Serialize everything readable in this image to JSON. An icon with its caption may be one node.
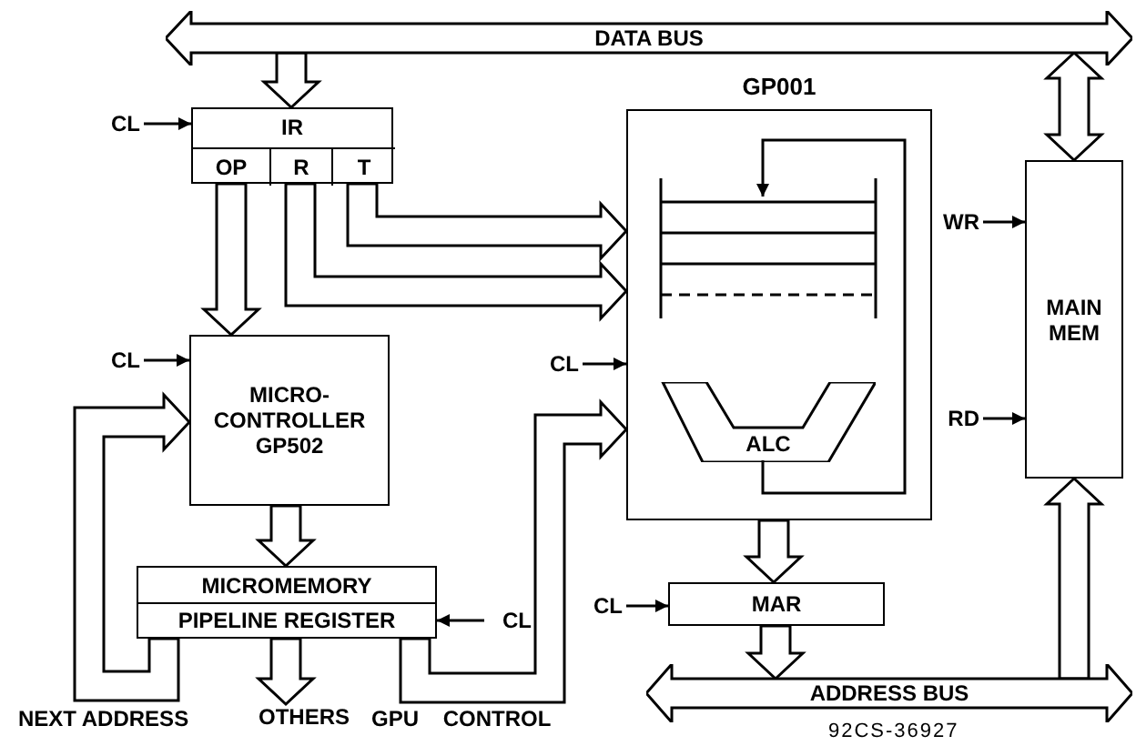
{
  "diagram": {
    "nodes": [
      {
        "text": [
          "DATA BUS"
        ]
      },
      {
        "text": [
          "CL"
        ]
      },
      {
        "text": [
          "IR"
        ]
      },
      {
        "text": [
          "OP"
        ],
        "in": 2
      },
      {
        "text": [
          "R"
        ],
        "in": 2
      },
      {
        "text": [
          "T"
        ],
        "in": 2
      },
      {
        "text": [
          "GP001"
        ]
      },
      {
        "text": [],
        "shape": "box",
        "in": 6
      },
      {
        "text": [
          "ALC"
        ],
        "in": 6
      },
      {
        "text": [
          "WR"
        ]
      },
      {
        "text": [
          "MAIN MEM"
        ]
      },
      {
        "text": [
          "CL"
        ]
      },
      {
        "text": [
          "MICRO-CONTROLLER GP502"
        ]
      },
      {
        "text": [
          "CL"
        ]
      },
      {
        "text": [
          "RD"
        ]
      },
      {
        "text": [
          "MICROMEMORY"
        ]
      },
      {
        "text": [
          "PIPELINE REGISTER"
        ]
      },
      {
        "text": [
          "CL"
        ]
      },
      {
        "text": [
          "CL"
        ]
      },
      {
        "text": [
          "MAR"
        ]
      },
      {
        "text": [
          "ADDRESS BUS"
        ]
      },
      {
        "text": [
          "OTHERS"
        ]
      }
    ],
    "edges": [
      {
        "from": 0,
        "to": 2,
        "arrow": "to",
        "style": "thick"
      },
      {
        "from": 0,
        "to": 10,
        "arrow": "both",
        "style": "thick"
      },
      {
        "from": 1,
        "to": 2,
        "arrow": "to"
      },
      {
        "from": 3,
        "to": 12,
        "arrow": "to",
        "style": "thick"
      },
      {
        "from": 5,
        "to": 6,
        "arrow": "to",
        "style": "thick"
      },
      {
        "from": 4,
        "to": 6,
        "arrow": "to",
        "style": "thick"
      },
      {
        "from": 8,
        "to": 7,
        "arrow": "to"
      },
      {
        "from": 9,
        "to": 10,
        "arrow": "to"
      },
      {
        "from": 11,
        "to": 12,
        "arrow": "to"
      },
      {
        "from": 13,
        "to": 6,
        "arrow": "to"
      },
      {
        "from": 14,
        "to": 10,
        "arrow": "to"
      },
      {
        "from": 12,
        "to": 15,
        "arrow": "to",
        "style": "thick"
      },
      {
        "from": 16,
        "to": 12,
        "arrow": "to",
        "style": "thick"
      },
      {
        "from": 16,
        "to": 21,
        "arrow": "to",
        "style": "thick"
      },
      {
        "from": 16,
        "to": 6,
        "arrow": "to",
        "style": "thick"
      },
      {
        "from": 17,
        "to": 16,
        "arrow": "to"
      },
      {
        "from": 6,
        "to": 19,
        "arrow": "to",
        "style": "thick"
      },
      {
        "from": 18,
        "to": 19,
        "arrow": "to"
      },
      {
        "from": 19,
        "to": 20,
        "arrow": "to",
        "style": "thick"
      },
      {
        "from": 20,
        "to": 10,
        "arrow": "to",
        "style": "thick"
      }
    ],
    "labels": [
      "NEXT ADDRESS",
      "GPU CONTROL",
      "92CS-36927"
    ]
  }
}
